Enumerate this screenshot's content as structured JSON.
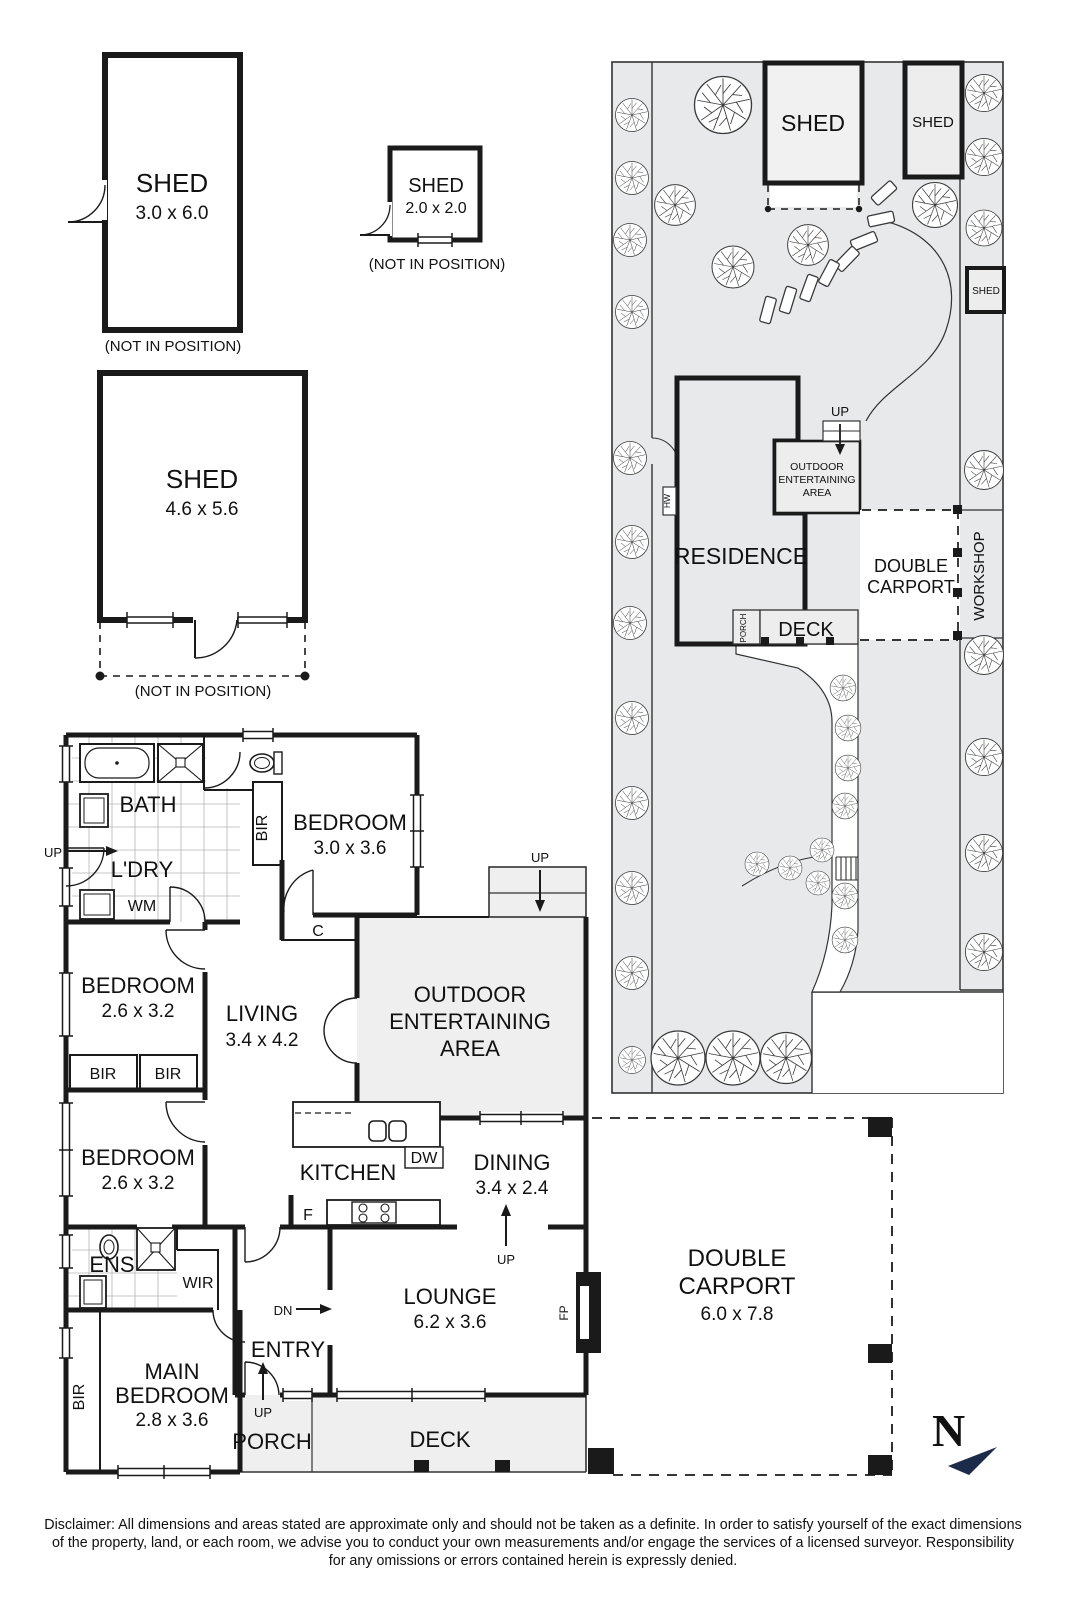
{
  "sheds_not_in_position": [
    {
      "name": "SHED",
      "dims": "3.0 x 6.0",
      "note": "(NOT IN POSITION)"
    },
    {
      "name": "SHED",
      "dims": "2.0 x 2.0",
      "note": "(NOT IN POSITION)"
    },
    {
      "name": "SHED",
      "dims": "4.6 x 5.6",
      "note": "(NOT IN POSITION)"
    }
  ],
  "site_plan": {
    "shed_top": "SHED",
    "shed_right": "SHED",
    "shed_small": "SHED",
    "residence": "RESIDENCE",
    "oea": {
      "l1": "OUTDOOR",
      "l2": "ENTERTAINING",
      "l3": "AREA"
    },
    "up": "UP",
    "hw": "HW",
    "deck": "DECK",
    "porch": "PORCH",
    "carport": {
      "l1": "DOUBLE",
      "l2": "CARPORT"
    },
    "workshop": "WORKSHOP"
  },
  "floor_plan": {
    "up_ldry": "UP",
    "bath": "BATH",
    "ldry": "L'DRY",
    "wm": "WM",
    "bir_closet": "BIR",
    "bedroom1": {
      "name": "BEDROOM",
      "dims": "3.0 x 3.6"
    },
    "c": "C",
    "bedroom2": {
      "name": "BEDROOM",
      "dims": "2.6 x 3.2"
    },
    "bir_a": "BIR",
    "bir_b": "BIR",
    "bedroom3": {
      "name": "BEDROOM",
      "dims": "2.6 x 3.2"
    },
    "living": {
      "name": "LIVING",
      "dims": "3.4 x 4.2"
    },
    "oea": {
      "l1": "OUTDOOR",
      "l2": "ENTERTAINING",
      "l3": "AREA"
    },
    "up_oea": "UP",
    "kitchen": "KITCHEN",
    "dw": "DW",
    "f": "F",
    "dining": {
      "name": "DINING",
      "dims": "3.4 x 2.4"
    },
    "up_dining": "UP",
    "ens": "ENS",
    "wir": "WIR",
    "main_bedroom": {
      "l1": "MAIN",
      "l2": "BEDROOM",
      "dims": "2.8 x 3.6"
    },
    "bir_main": "BIR",
    "entry": "ENTRY",
    "dn": "DN",
    "up_porch": "UP",
    "porch": "PORCH",
    "lounge": {
      "name": "LOUNGE",
      "dims": "6.2 x 3.6"
    },
    "fp": "FP",
    "deck": "DECK",
    "carport": {
      "l1": "DOUBLE",
      "l2": "CARPORT",
      "dims": "6.0 x 7.8"
    }
  },
  "north": "N",
  "disclaimer": {
    "line1": "Disclaimer: All dimensions and areas stated are approximate only and should not be taken as a definite. In order to satisfy yourself of the exact dimensions",
    "line2": "of the property, land, or each room, we advise you to conduct your own measurements and/or engage the services of a licensed surveyor. Responsibility",
    "line3": "for any omissions or errors contained herein is expressly denied."
  },
  "colors": {
    "wall": "#1a1a1a",
    "site_fill": "#e8e9ea",
    "area_fill": "#efeff0",
    "north": "#1c2b4a"
  }
}
